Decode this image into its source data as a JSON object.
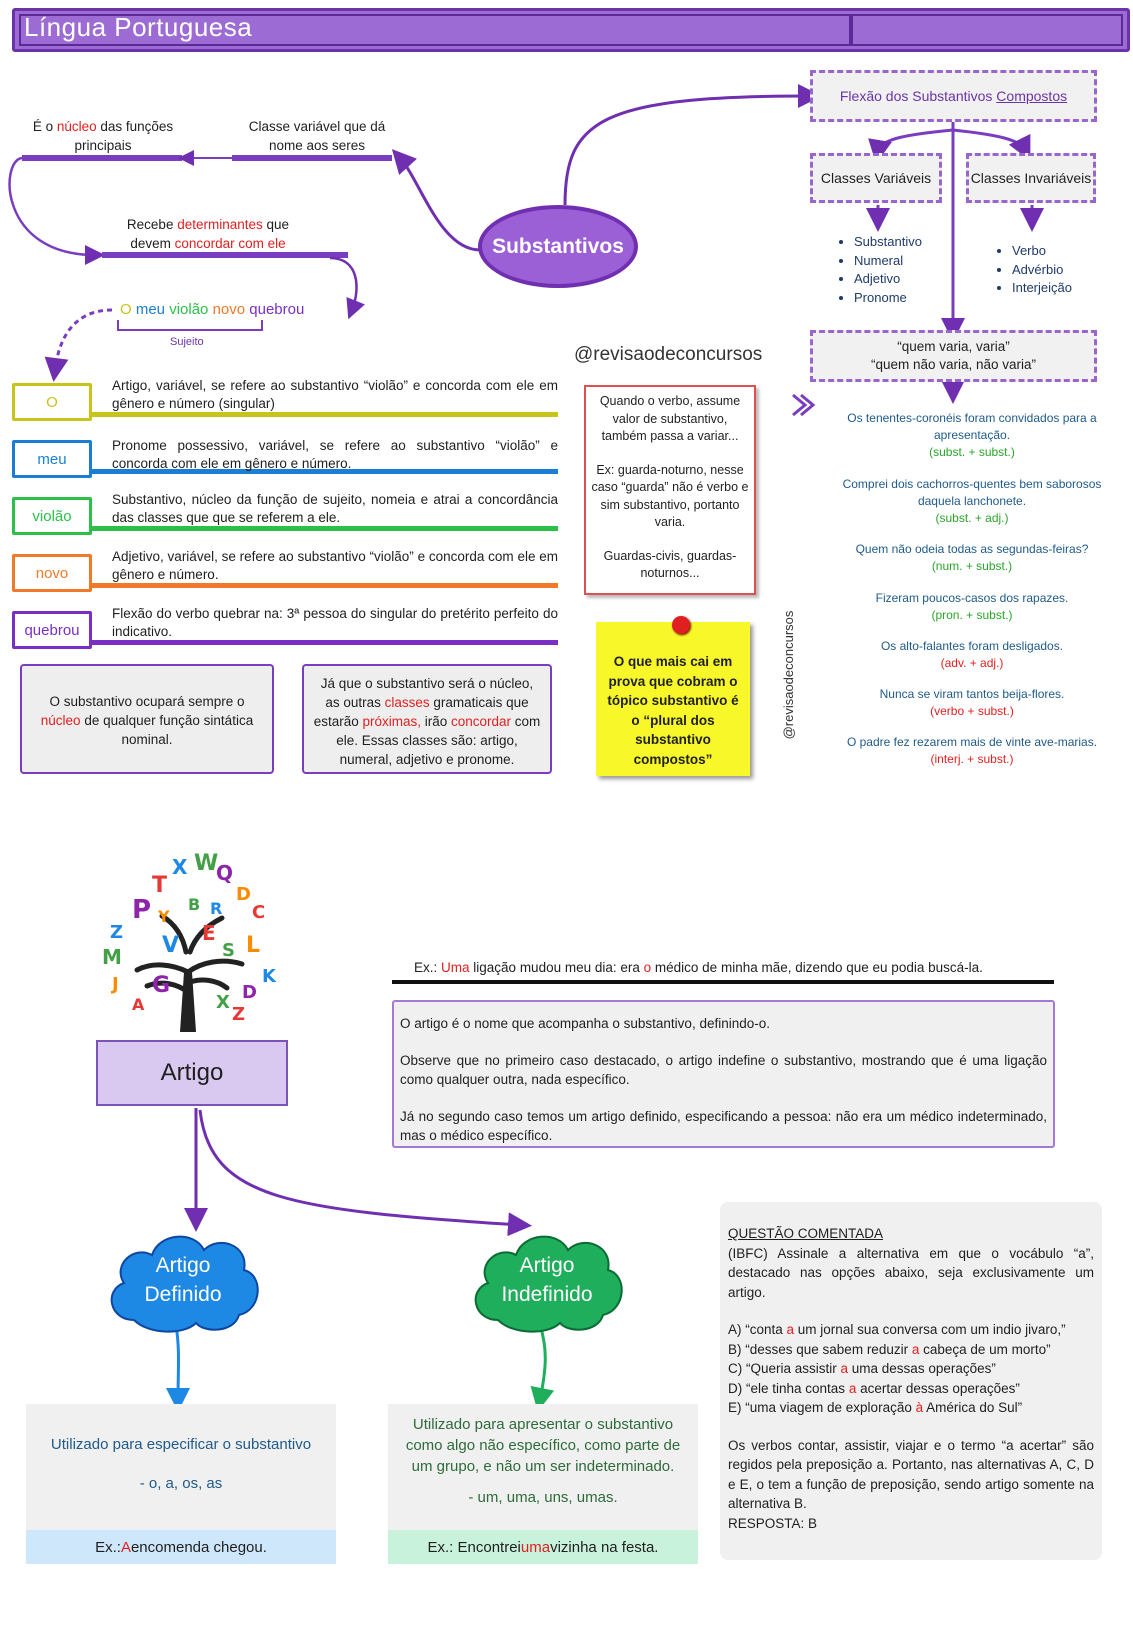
{
  "header": {
    "title": "Língua Portuguesa"
  },
  "left_top": {
    "nucleo_pre": "É o ",
    "nucleo_red": "núcleo",
    "nucleo_post": " das funções principais",
    "classe_variavel": "Classe variável que dá nome aos seres",
    "recebe_pre": "Recebe ",
    "recebe_red1": "determinantes",
    "recebe_mid": " que devem ",
    "recebe_red2": "concordar com ele",
    "sentence": {
      "w1": "O",
      "w2": "meu",
      "w3": "violão",
      "w4": "novo",
      "w5": "quebrou"
    },
    "sujeito": "Sujeito",
    "oval": "Substantivos"
  },
  "words": [
    {
      "word": "O",
      "desc": "Artigo, variável, se refere ao substantivo “violão” e concorda com ele em gênero e número (singular)",
      "color": "#c9c41a"
    },
    {
      "word": "meu",
      "desc": "Pronome possessivo, variável, se refere ao substantivo “violão” e concorda com ele em gênero e número.",
      "color": "#1a7fd4"
    },
    {
      "word": "violão",
      "desc": "Substantivo, núcleo da função de sujeito, nomeia e atrai a concordância das classes que que se referem a ele.",
      "color": "#2cc04a"
    },
    {
      "word": "novo",
      "desc": "Adjetivo, variável, se refere ao substantivo “violão” e concorda com ele em gênero e número.",
      "color": "#f07a2a"
    },
    {
      "word": "quebrou",
      "desc": "Flexão do verbo quebrar na: 3ª pessoa do singular do pretérito perfeito do indicativo.",
      "color": "#7a2fc4"
    }
  ],
  "scroll1": {
    "pre": "O substantivo ocupará sempre o ",
    "red": "núcleo",
    "post": " de qualquer função sintática nominal."
  },
  "scroll2": {
    "p1": "Já que o substantivo será o núcleo, as outras ",
    "r1": "classes",
    "p2": " gramaticais que estarão ",
    "r2": "próximas,",
    "p3": " irão ",
    "r3": "concordar",
    "p4": " com ele. Essas classes são: artigo, numeral, adjetivo e pronome."
  },
  "handle": "@revisaodeconcursos",
  "note": {
    "p1": "Quando o verbo, assume valor de substantivo, também passa a variar...",
    "p2": "Ex: guarda-noturno, nesse caso “guarda” não é verbo e sim substantivo, portanto varia.",
    "p3": "Guardas-civis, guardas-noturnos..."
  },
  "sticky": "O que mais cai em prova que cobram o tópico substantivo é o “plural dos substantivo compostos”",
  "vertical_handle": "@revisaodeconcursos",
  "right": {
    "flexao_pre": "Flexão dos Substantivos ",
    "flexao_u": "Compostos",
    "variaveis": "Classes Variáveis",
    "invariaveis": "Classes Invariáveis",
    "list_var": [
      "Substantivo",
      "Numeral",
      "Adjetivo",
      "Pronome"
    ],
    "list_inv": [
      "Verbo",
      "Advérbio",
      "Interjeição"
    ],
    "quem1": "“quem varia, varia”",
    "quem2": "“quem não varia, não varia”",
    "examples": [
      {
        "text": "Os tenentes-coronéis foram convidados para a apresentação.",
        "note": "(subst. + subst.)",
        "nc": "g"
      },
      {
        "text": "Comprei dois cachorros-quentes bem saborosos daquela lanchonete.",
        "note": "(subst. + adj.)",
        "nc": "g"
      },
      {
        "text": "Quem não odeia todas as segundas-feiras?",
        "note": "(num. + subst.)",
        "nc": "g"
      },
      {
        "text": "Fizeram poucos-casos dos rapazes.",
        "note": "(pron. + subst.)",
        "nc": "g"
      },
      {
        "text": "Os alto-falantes foram desligados.",
        "note": "(adv. + adj.)",
        "nc": "r"
      },
      {
        "text": "Nunca se viram tantos beija-flores.",
        "note": "(verbo + subst.)",
        "nc": "r"
      },
      {
        "text": "O padre fez rezarem mais de vinte ave-marias.",
        "note": "(interj. + subst.)",
        "nc": "r"
      }
    ]
  },
  "artigo": {
    "title": "Artigo",
    "ex_line": {
      "p1": "Ex.: ",
      "r1": "Uma",
      "p2": " ligação mudou meu dia: era ",
      "r2": "o",
      "p3": " médico de minha mãe, dizendo que eu podia buscá-la."
    },
    "def_box": {
      "p1": "O artigo é o nome que acompanha o substantivo, definindo-o.",
      "p2": "Observe que no primeiro caso destacado, o artigo indefine o substantivo, mostrando que é uma ligação como qualquer outra, nada específico.",
      "p3": "Já no segundo caso temos um artigo definido, especificando a pessoa: não era um médico indeterminado, mas o médico específico."
    },
    "definido": {
      "title": "Artigo Definido",
      "text": "Utilizado para especificar o substantivo",
      "forms": "- o, a, os, as",
      "ex_pre": "Ex.: ",
      "ex_red": "A",
      "ex_post": " encomenda chegou."
    },
    "indefinido": {
      "title": "Artigo Indefinido",
      "text": "Utilizado para apresentar o substantivo como algo não específico, como parte de um grupo, e não um ser indeterminado.",
      "forms": "- um, uma, uns, umas.",
      "ex_pre": "Ex.: Encontrei ",
      "ex_red": "uma",
      "ex_post": " vizinha na festa."
    }
  },
  "questao": {
    "title": "QUESTÃO COMENTADA",
    "enunciado": "(IBFC) Assinale a alternativa em que o vocábulo “a”, destacado nas opções abaixo, seja exclusivamente um artigo.",
    "alts": [
      {
        "pre": "A) “conta ",
        "red": "a",
        "post": " um jornal sua conversa com um indio jivaro,”"
      },
      {
        "pre": "B) “desses que sabem reduzir ",
        "red": "a",
        "post": " cabeça de um morto”"
      },
      {
        "pre": "C) “Queria assistir ",
        "red": "a",
        "post": " uma dessas operações”"
      },
      {
        "pre": "D) “ele tinha contas ",
        "red": "a",
        "post": " acertar dessas operações”"
      },
      {
        "pre": "E) “uma viagem de exploração ",
        "red": "à",
        "post": " América do Sul”"
      }
    ],
    "comentario": "Os verbos contar, assistir, viajar e o termo “a acertar” são regidos pela preposição a. Portanto, nas alternativas A, C, D e E, o tem a função de preposição, sendo artigo somente na alternativa B.",
    "resposta": "RESPOSTA: B"
  },
  "colors": {
    "purple": "#9b5fd6",
    "dark_purple": "#6a34a6",
    "red": "#e02020",
    "blue_cloud": "#1e88e5",
    "green_cloud": "#1fae5b"
  }
}
